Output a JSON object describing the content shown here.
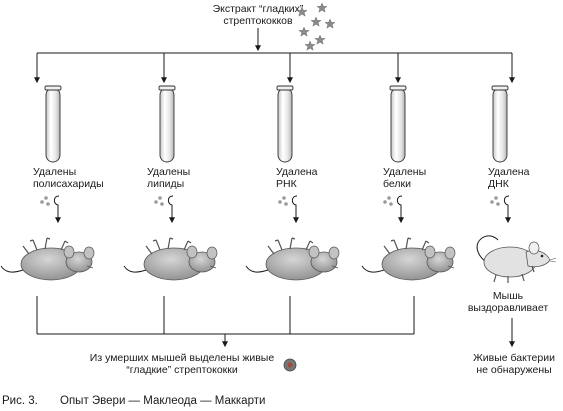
{
  "extract": {
    "line1": "Экстракт “гладких”",
    "line2": "стрептококков"
  },
  "tubes": [
    {
      "line1": "Удалены",
      "line2": "полисахариды"
    },
    {
      "line1": "Удалены",
      "line2": "липиды"
    },
    {
      "line1": "Удалена",
      "line2": "РНК"
    },
    {
      "line1": "Удалены",
      "line2": "белки"
    },
    {
      "line1": "Удалена",
      "line2": "ДНК"
    }
  ],
  "survivor": {
    "line1": "Мышь",
    "line2": "выздоравливает"
  },
  "result_dead": {
    "line1": "Из умерших мышей выделены живые",
    "line2": "“гладкие” стрептококки"
  },
  "result_alive": {
    "line1": "Живые бактерии",
    "line2": "не обнаружены"
  },
  "caption": {
    "number": "Рис. 3.",
    "title": "Опыт Эвери — Маклеода — Маккарти"
  },
  "colors": {
    "ink": "#1a1a1a",
    "mouse_fill": "#b9b9b9",
    "mouse_shade": "#8c8c8c",
    "star": "#8a8a8a",
    "tube_glass": "#f4f4f4",
    "tube_liquid": "#dcdcdc"
  },
  "icons": {
    "bacteria": "star-icon",
    "injection": "syringe-drop-icon",
    "colony": "colony-dot-icon"
  }
}
